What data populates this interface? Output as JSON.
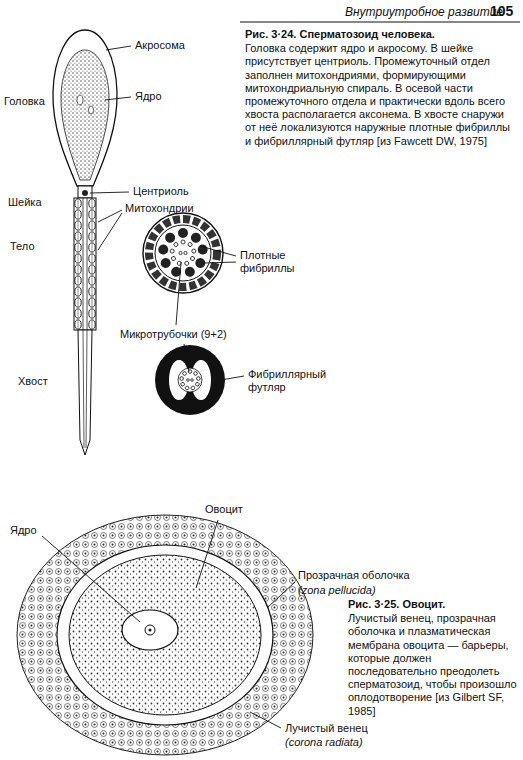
{
  "diagram": {
    "labels": [
      "Внутриутробное развитие",
      "105",
      "Рис. 3·24. Сперматозоид человека.",
      "Головка содержит ядро и акросому. В шейке присутствует центриоль. Промежуточный отдел заполнен митохондриями, формирующими митохондриальную спираль. В осевой части промежуточного отдела и практически вдоль всего хвоста располагается аксонема. В хвосте снаружи от неё локализуются наружные плотные фибриллы и фибриллярный футляр [из Fawcett DW, 1975]",
      "Акросома",
      "Головка",
      "Ядро",
      "Шейка",
      "Центриоль",
      "Митохондрии",
      "Тело",
      "Плотные фибриллы",
      "Микротрубочки (9+2)",
      "Хвост",
      "Фибриллярный футляр",
      "Ядро",
      "Овоцит",
      "Прозрачная оболочка",
      "(zona pellucida)",
      "Лучистый венец",
      "(corona radiata)",
      "Рис. 3·25. Овоцит.",
      "Лучистый венец, прозрачная оболочка и плазматическая мембрана овоцита — барьеры, которые должен последовательно преодолеть сперматозоид, чтобы произошло оплодотворение [из Gilbert SF, 1985]"
    ]
  }
}
